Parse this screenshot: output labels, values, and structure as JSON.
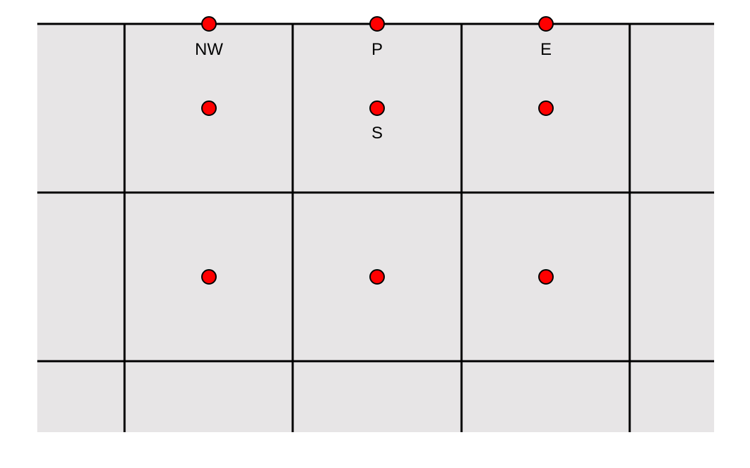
{
  "colors": {
    "background": "#e7e5e6",
    "grid_line": "#000000",
    "node_fill": "#ff0000",
    "node_stroke": "#000000",
    "label_text": "#000000"
  },
  "labels": {
    "nw": "NW",
    "p": "P",
    "e": "E",
    "s": "S"
  }
}
